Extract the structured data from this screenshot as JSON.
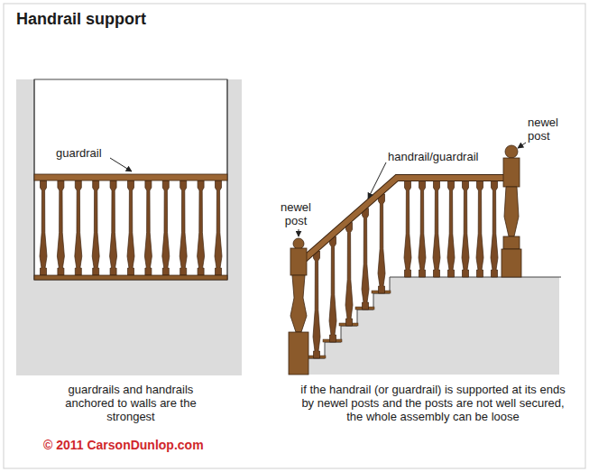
{
  "diagram": {
    "title": "Handrail support",
    "labels": [
      "guardrail",
      "handrail/guardrail",
      "newel post",
      "newel post",
      "guardrails and handrails anchored to walls are the strongest",
      "if the handrail (or guardrail) is supported at its ends by newel posts and the posts are not well secured, the whole assembly can be loose",
      "© 2011 CarsonDunlop.com"
    ]
  }
}
